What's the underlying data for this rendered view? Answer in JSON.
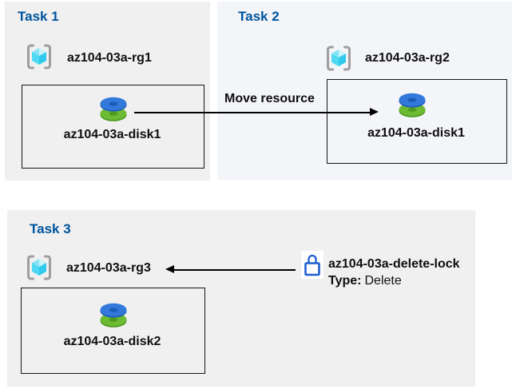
{
  "tasks": [
    {
      "title": "Task 1",
      "resource_group": "az104-03a-rg1",
      "resource": "az104-03a-disk1"
    },
    {
      "title": "Task 2",
      "resource_group": "az104-03a-rg2",
      "resource": "az104-03a-disk1"
    },
    {
      "title": "Task 3",
      "resource_group": "az104-03a-rg3",
      "resource": "az104-03a-disk2"
    }
  ],
  "move_arrow": {
    "label": "Move resource"
  },
  "lock": {
    "name": "az104-03a-delete-lock",
    "type_label": "Type:",
    "type_value": "Delete"
  },
  "icons": {
    "resource_group": "resource-group-icon",
    "disk": "managed-disk-icon",
    "lock": "lock-icon"
  },
  "colors": {
    "title_blue": "#00549E",
    "panel_gray": "#F0F0F0",
    "panel_blue": "#F3F5F8",
    "disk_blue": "#3379DC",
    "disk_blue_dark": "#1C5CBA",
    "disk_green": "#6CBB33",
    "disk_green_dark": "#4E9A1F",
    "cube_cyan": "#4FD8F2",
    "bracket_gray": "#9E9E9E",
    "lock_blue": "#1F5FD0",
    "text": "#0F0F0F"
  }
}
